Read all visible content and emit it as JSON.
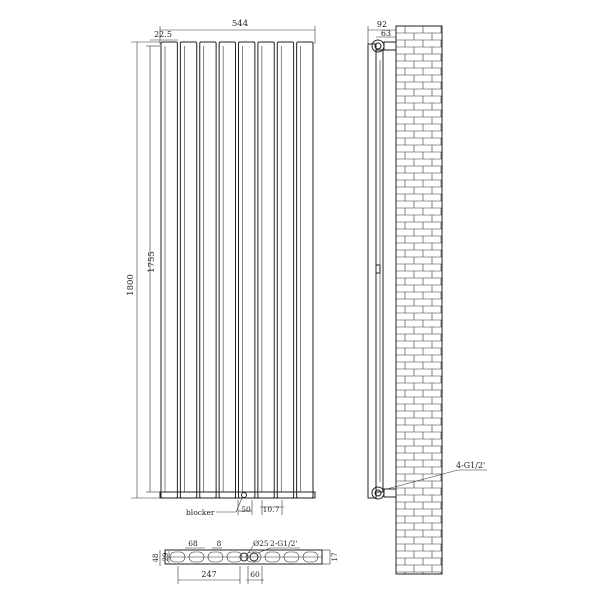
{
  "dimensions": {
    "width_total": "544",
    "offset_left": "22.5",
    "height_total": "1800",
    "height_inner": "1755",
    "blocker_label": "blocker",
    "pipe_spacing": "50",
    "pipe_offset": "10.7",
    "wall_depth": "92",
    "pipe_depth": "63",
    "connection_label": "4-G1/2'",
    "bottom_spacing_a": "68",
    "bottom_spacing_b": "8",
    "bottom_pipe_dia": "Ø25",
    "bottom_conn_label": "2-G1/2'",
    "bottom_height_a": "48",
    "bottom_height_b": "29",
    "bottom_width_total": "247",
    "bottom_spacing_c": "60",
    "bottom_height_c": "17"
  }
}
